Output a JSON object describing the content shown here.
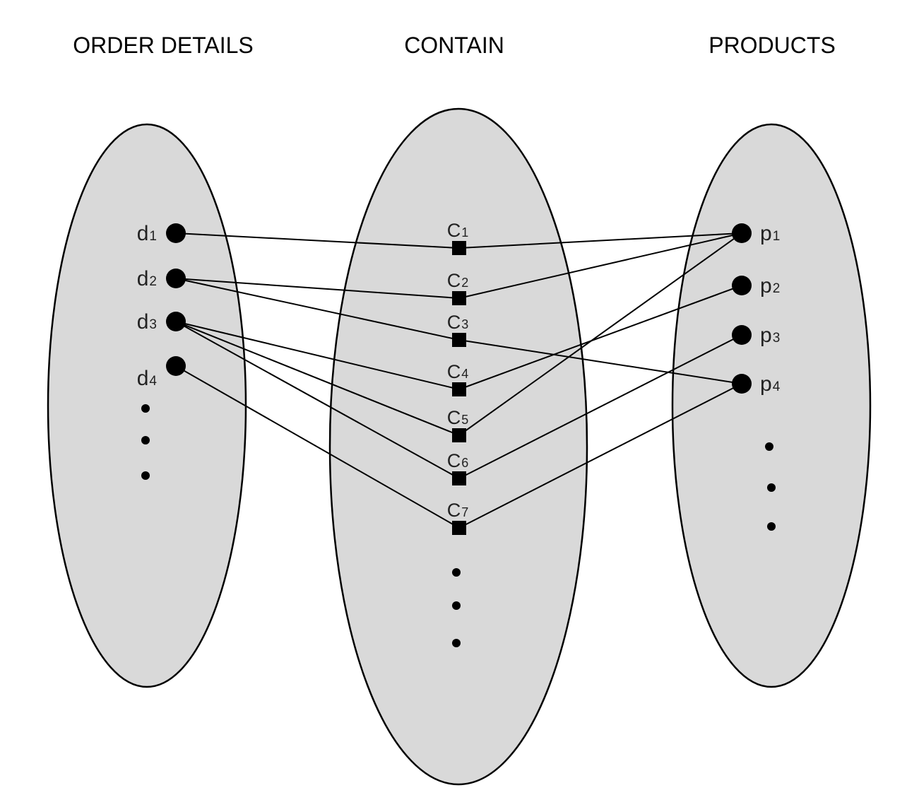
{
  "sets": {
    "order_details": {
      "title": "ORDER DETAILS",
      "elements": [
        {
          "id": "d1",
          "letter": "d",
          "sub": "1"
        },
        {
          "id": "d2",
          "letter": "d",
          "sub": "2"
        },
        {
          "id": "d3",
          "letter": "d",
          "sub": "3"
        },
        {
          "id": "d4",
          "letter": "d",
          "sub": "4"
        }
      ]
    },
    "contain": {
      "title": "CONTAIN",
      "elements": [
        {
          "id": "c1",
          "letter": "C",
          "sub": "1"
        },
        {
          "id": "c2",
          "letter": "C",
          "sub": "2"
        },
        {
          "id": "c3",
          "letter": "C",
          "sub": "3"
        },
        {
          "id": "c4",
          "letter": "C",
          "sub": "4"
        },
        {
          "id": "c5",
          "letter": "C",
          "sub": "5"
        },
        {
          "id": "c6",
          "letter": "C",
          "sub": "6"
        },
        {
          "id": "c7",
          "letter": "C",
          "sub": "7"
        }
      ]
    },
    "products": {
      "title": "PRODUCTS",
      "elements": [
        {
          "id": "p1",
          "letter": "p",
          "sub": "1"
        },
        {
          "id": "p2",
          "letter": "p",
          "sub": "2"
        },
        {
          "id": "p3",
          "letter": "p",
          "sub": "3"
        },
        {
          "id": "p4",
          "letter": "p",
          "sub": "4"
        }
      ]
    }
  },
  "links": [
    {
      "relationship": "c1",
      "order_detail": "d1",
      "product": "p1"
    },
    {
      "relationship": "c2",
      "order_detail": "d2",
      "product": "p1"
    },
    {
      "relationship": "c3",
      "order_detail": "d2",
      "product": "p4"
    },
    {
      "relationship": "c4",
      "order_detail": "d3",
      "product": "p2"
    },
    {
      "relationship": "c5",
      "order_detail": "d3",
      "product": "p1"
    },
    {
      "relationship": "c6",
      "order_detail": "d3",
      "product": "p3"
    },
    {
      "relationship": "c7",
      "order_detail": "d4",
      "product": "p4"
    }
  ]
}
